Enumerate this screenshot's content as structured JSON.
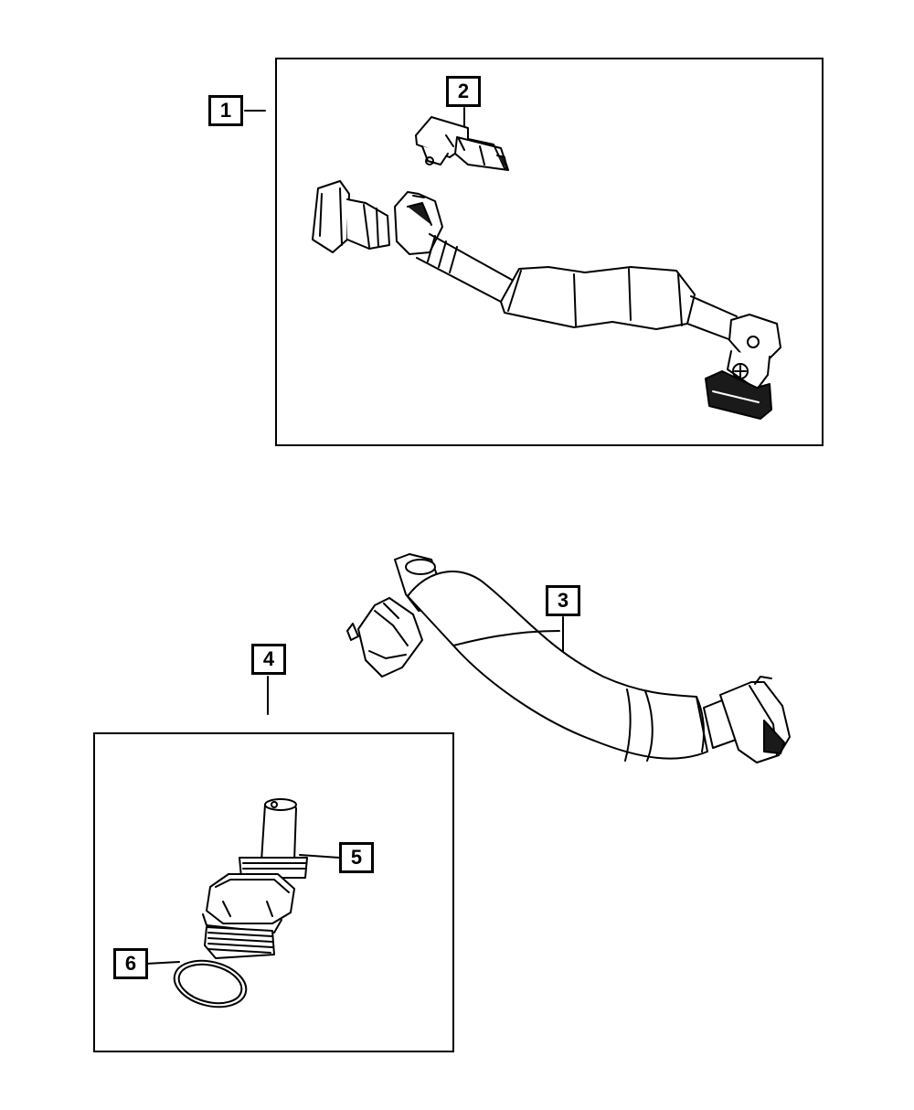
{
  "callouts": {
    "c1": "1",
    "c2": "2",
    "c3": "3",
    "c4": "4",
    "c5": "5",
    "c6": "6"
  },
  "colors": {
    "ink": "#000000",
    "fill_light": "#ffffff",
    "fill_dark": "#1a1a1a",
    "shade": "#d9d9d9"
  }
}
